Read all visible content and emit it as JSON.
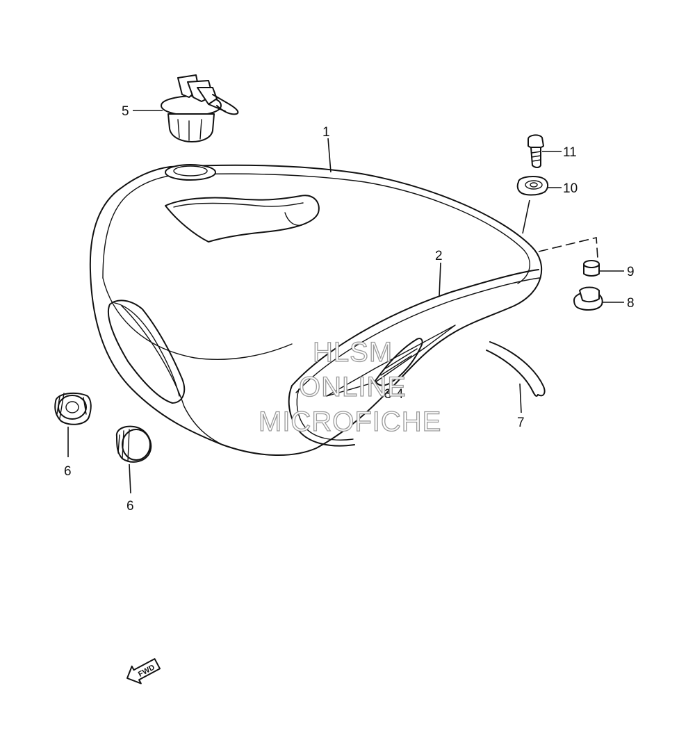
{
  "diagram": {
    "callouts": [
      {
        "id": "c1",
        "label": "1"
      },
      {
        "id": "c2",
        "label": "2"
      },
      {
        "id": "c3",
        "label": "3-4"
      },
      {
        "id": "c5",
        "label": "5"
      },
      {
        "id": "c6a",
        "label": "6"
      },
      {
        "id": "c6b",
        "label": "6"
      },
      {
        "id": "c7",
        "label": "7"
      },
      {
        "id": "c8",
        "label": "8"
      },
      {
        "id": "c9",
        "label": "9"
      },
      {
        "id": "c10",
        "label": "10"
      },
      {
        "id": "c11",
        "label": "11"
      }
    ],
    "direction_arrow": {
      "label": "FWD",
      "icon": "forward-arrow-icon"
    },
    "watermark": {
      "line1": "HLSM",
      "line2": "ONLINE",
      "line3": "MICROFICHE",
      "color": "#9a9a9a"
    }
  }
}
